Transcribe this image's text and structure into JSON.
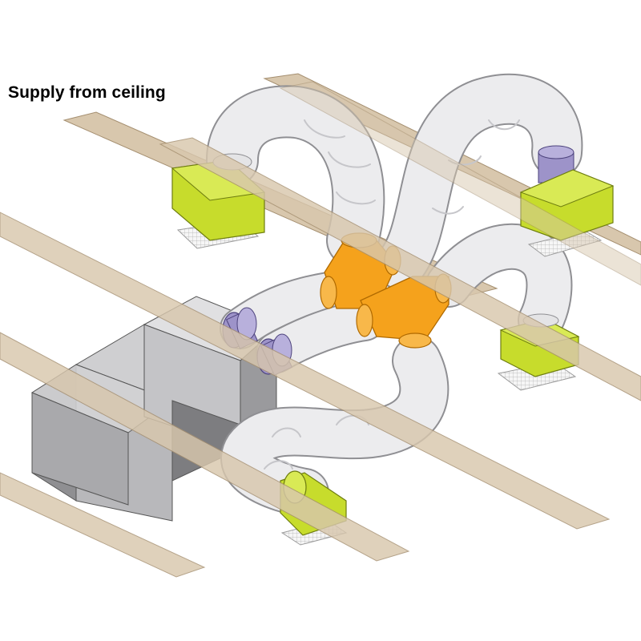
{
  "title": "Supply from ceiling",
  "colors": {
    "joist_fill": "#d8c7ad",
    "joist_edge": "#a58f70",
    "plenum_front": "#b9b9bb",
    "plenum_side": "#8c8c8f",
    "plenum_top": "#d2d2d4",
    "duct_fill": "#ececee",
    "duct_line": "#9a9a9e",
    "wye_fill": "#f5a21c",
    "wye_edge": "#b06a00",
    "collar_fill": "#9d93c9",
    "collar_edge": "#4d437d",
    "boot_fill": "#c7dc2c",
    "boot_edge": "#6e7d10",
    "grille_fill": "#f4f4f4",
    "grille_line": "#9c9c9c"
  },
  "components": [
    "ceiling-joist",
    "supply-plenum",
    "flex-duct",
    "wye-fitting",
    "takeoff-collar",
    "register-boot",
    "ceiling-grille"
  ]
}
